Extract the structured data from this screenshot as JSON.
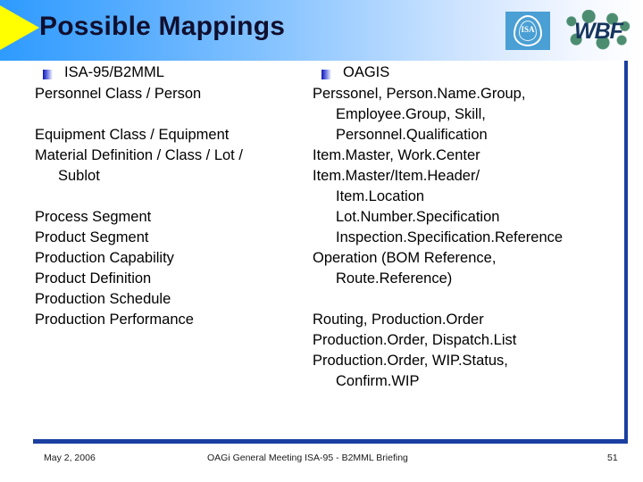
{
  "header": {
    "title": "Possible Mappings",
    "arrow_color": "#ffff00",
    "gradient_from": "#2e9bff",
    "gradient_to": "#ffffff",
    "logos": [
      {
        "name": "ISA",
        "text": "ISA"
      },
      {
        "name": "WBF",
        "text": "WBF"
      }
    ]
  },
  "content": {
    "accent_color": "#1b3fa0",
    "left_column": {
      "heading": "ISA-95/B2MML",
      "rows": [
        {
          "lines": [
            "Personnel Class / Person"
          ]
        },
        {
          "lines": []
        },
        {
          "lines": [
            "Equipment Class / Equipment"
          ]
        },
        {
          "lines": [
            "Material Definition / Class / Lot /",
            "Sublot"
          ]
        },
        {
          "lines": []
        },
        {
          "lines": [
            "Process Segment"
          ]
        },
        {
          "lines": [
            "Product Segment"
          ]
        },
        {
          "lines": [
            "Production Capability"
          ]
        },
        {
          "lines": [
            "Product Definition"
          ]
        },
        {
          "lines": [
            "Production Schedule"
          ]
        },
        {
          "lines": [
            "Production Performance"
          ]
        }
      ]
    },
    "right_column": {
      "heading": "OAGIS",
      "rows": [
        {
          "lines": [
            "Perssonel, Person.Name.Group,",
            "Employee.Group, Skill,",
            "Personnel.Qualification"
          ]
        },
        {
          "lines": [
            "Item.Master, Work.Center"
          ]
        },
        {
          "lines": [
            "Item.Master/Item.Header/",
            "Item.Location",
            "Lot.Number.Specification",
            "Inspection.Specification.Reference"
          ]
        },
        {
          "lines": [
            "Operation (BOM Reference,",
            "Route.Reference)"
          ]
        },
        {
          "lines": []
        },
        {
          "lines": [
            "Routing, Production.Order"
          ]
        },
        {
          "lines": [
            "Production.Order, Dispatch.List"
          ]
        },
        {
          "lines": [
            "Production.Order, WIP.Status,",
            "Confirm.WIP"
          ]
        }
      ]
    }
  },
  "footer": {
    "date": "May 2, 2006",
    "center": "OAGi General Meeting ISA-95 - B2MML Briefing",
    "page": "51"
  }
}
